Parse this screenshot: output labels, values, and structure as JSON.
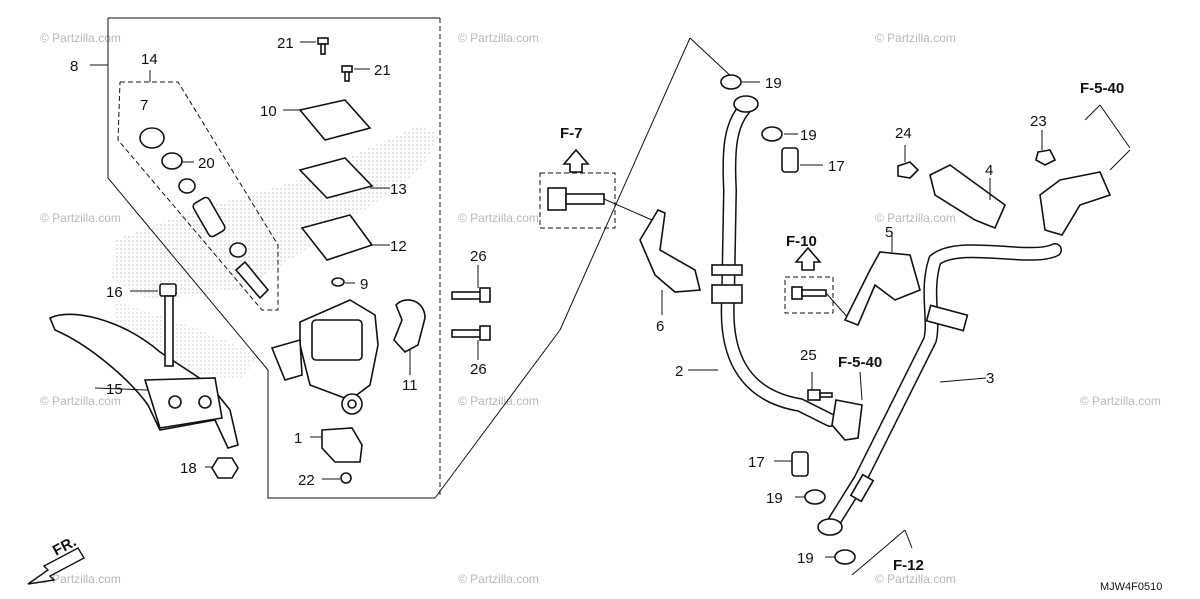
{
  "callouts": {
    "c1": "1",
    "c2": "2",
    "c3": "3",
    "c4": "4",
    "c5": "5",
    "c6": "6",
    "c7": "7",
    "c8": "8",
    "c9": "9",
    "c10": "10",
    "c11": "11",
    "c12": "12",
    "c13": "13",
    "c14": "14",
    "c15": "15",
    "c16": "16",
    "c17a": "17",
    "c17b": "17",
    "c18": "18",
    "c19a": "19",
    "c19b": "19",
    "c19c": "19",
    "c19d": "19",
    "c20": "20",
    "c21a": "21",
    "c21b": "21",
    "c22": "22",
    "c23": "23",
    "c24": "24",
    "c25": "25",
    "c26a": "26",
    "c26b": "26"
  },
  "references": {
    "f7": "F-7",
    "f10": "F-10",
    "f12": "F-12",
    "f540a": "F-5-40",
    "f540b": "F-5-40"
  },
  "direction_label": "FR.",
  "diagram_code": "MJW4F0510",
  "watermark": "© Partzilla.com"
}
